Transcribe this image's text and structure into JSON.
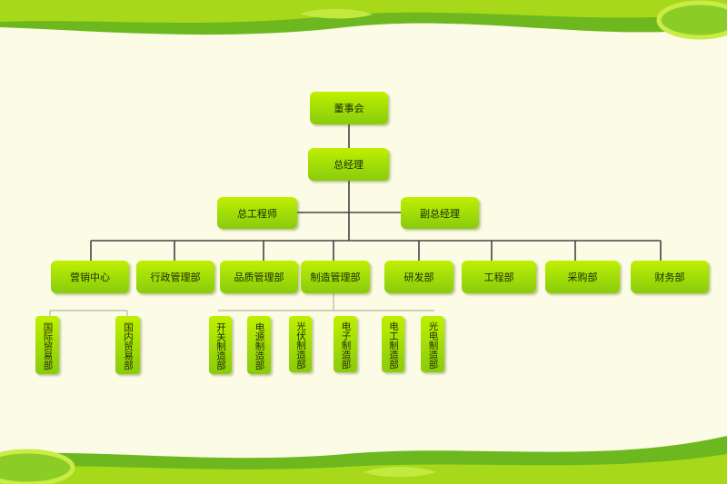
{
  "colors": {
    "background": "#fbfbe6",
    "node": "#a6e000",
    "connector": "#444444",
    "border_light": "#a8d81a",
    "border_dark": "#6cb81e"
  },
  "org": {
    "board": "董事会",
    "gm": "总经理",
    "chief_engineer": "总工程师",
    "deputy_gm": "副总经理",
    "departments": [
      "营销中心",
      "行政管理部",
      "品质管理部",
      "制造管理部",
      "研发部",
      "工程部",
      "采购部",
      "财务部"
    ],
    "sales_subunits": [
      "国际贸易部",
      "国内贸易部"
    ],
    "manufacturing_subunits": [
      "开关制造部",
      "电源制造部",
      "光伏制造部",
      "电子制造部",
      "电工制造部",
      "光电制造部"
    ]
  }
}
